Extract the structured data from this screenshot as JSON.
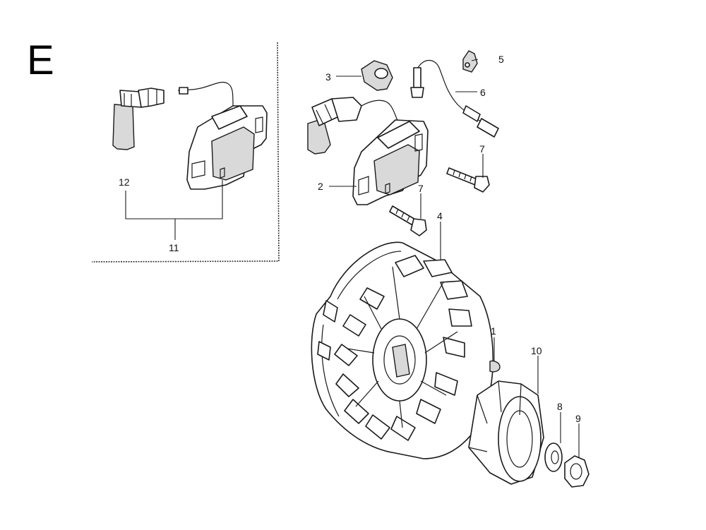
{
  "section_letter": "E",
  "callouts": {
    "c1": "1",
    "c2": "2",
    "c3": "3",
    "c4": "4",
    "c5": "5",
    "c6": "6",
    "c7a": "7",
    "c7b": "7",
    "c8": "8",
    "c9": "9",
    "c10": "10",
    "c11": "11",
    "c12": "12"
  }
}
